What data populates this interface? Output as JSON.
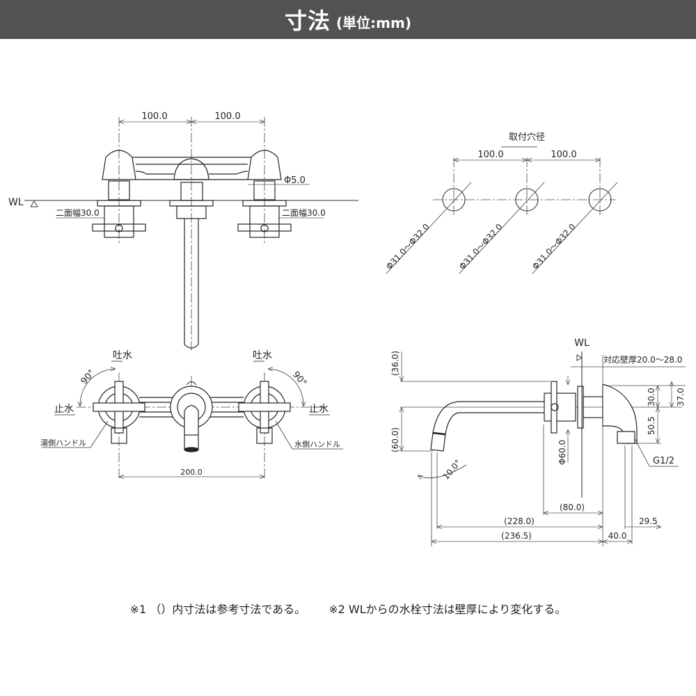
{
  "header": {
    "title": "寸法",
    "unit": "(単位:mm)"
  },
  "colors": {
    "banner_bg": "#525252",
    "line": "#222222",
    "dim": "#666666"
  },
  "front_view": {
    "dim_left": "100.0",
    "dim_right": "100.0",
    "wl_label": "WL",
    "phi_label": "Φ5.0",
    "hex_left": "二面幅30.0",
    "hex_right": "二面幅30.0"
  },
  "hole_view": {
    "title": "取付穴径",
    "dim_left": "100.0",
    "dim_right": "100.0",
    "hole_labels": [
      "Φ31.0～Φ32.0",
      "Φ31.0～Φ32.0",
      "Φ31.0～Φ32.0"
    ]
  },
  "top_view": {
    "spout_left": "吐水",
    "spout_right": "吐水",
    "angle_left": "90°",
    "angle_right": "90°",
    "stop_left": "止水",
    "stop_right": "止水",
    "hot_handle": "湯側ハンドル",
    "cold_handle": "水側ハンドル",
    "dim_width": "200.0"
  },
  "side_view": {
    "wl_label": "WL",
    "wall_thickness": "対応壁厚20.0～28.0",
    "dim_36": "(36.0)",
    "dim_60": "(60.0)",
    "dim_phi60": "Φ60.0",
    "dim_30": "30.0",
    "dim_37": "37.0",
    "dim_50_5": "50.5",
    "thread": "G1/2",
    "angle": "10.0°",
    "dim_80": "(80.0)",
    "dim_228": "(228.0)",
    "dim_236_5": "(236.5)",
    "dim_29_5": "29.5",
    "dim_40": "40.0"
  },
  "notes": {
    "note1": "※1 （）内寸法は参考寸法である。",
    "note2": "※2 WLからの水栓寸法は壁厚により変化する。"
  }
}
